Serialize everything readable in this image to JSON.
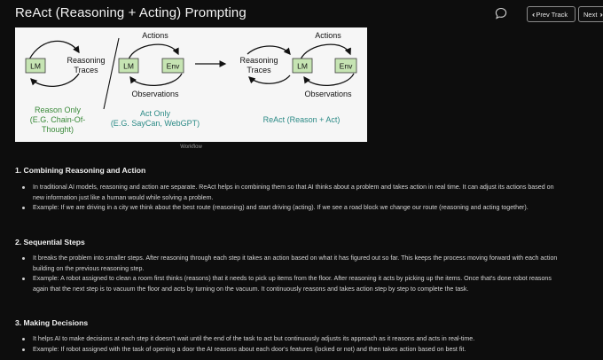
{
  "header": {
    "title": "ReAct (Reasoning + Acting) Prompting",
    "prev_label": "Prev Track",
    "next_label": "Next"
  },
  "diagram": {
    "caption": "Workflow",
    "lm": "LM",
    "env": "Env",
    "reasoning_traces": [
      "Reasoning",
      "Traces"
    ],
    "actions": "Actions",
    "observations": "Observations",
    "reason_only": [
      "Reason Only",
      "(E.G. Chain-Of-",
      "Thought)"
    ],
    "act_only": [
      "Act Only",
      "(E.G. SayCan, WebGPT)"
    ],
    "react": "ReAct (Reason + Act)",
    "colors": {
      "green_box": "#c6e4b3",
      "green_text": "#3a8a3a",
      "teal_text": "#2b8a86"
    }
  },
  "sections": [
    {
      "heading": "1. Combining Reasoning and Action",
      "bullets": [
        "In traditional AI models, reasoning and action are separate. ReAct helps in combining them so that AI thinks about a problem and takes action in real time. It can adjust its actions based on new information just like a human would while solving a problem.",
        "Example: If we are driving in a city we think about the best route (reasoning) and start driving (acting). If we see a road block we change our route (reasoning and acting together)."
      ]
    },
    {
      "heading": "2. Sequential Steps",
      "bullets": [
        "It breaks the problem into smaller steps. After reasoning through each step it takes an action based on what it has figured out so far. This keeps the process moving forward with each action building on the previous reasoning step.",
        "Example: A robot assigned to clean a room first thinks (reasons) that it needs to pick up items from the floor. After reasoning it acts by picking up the items. Once that's done robot reasons again that the next step is to vacuum the floor and acts by turning on the vacuum. It continuously reasons and takes action step by step to complete the task."
      ]
    },
    {
      "heading": "3. Making Decisions",
      "bullets": [
        "It helps AI to make decisions at each step it doesn't wait until the end of the task to act but continuously adjusts its approach as it reasons and acts in real-time.",
        "Example: If robot assigned with the task of opening a door the AI reasons about each door's features (locked or not) and then takes action based on best fit."
      ]
    }
  ]
}
